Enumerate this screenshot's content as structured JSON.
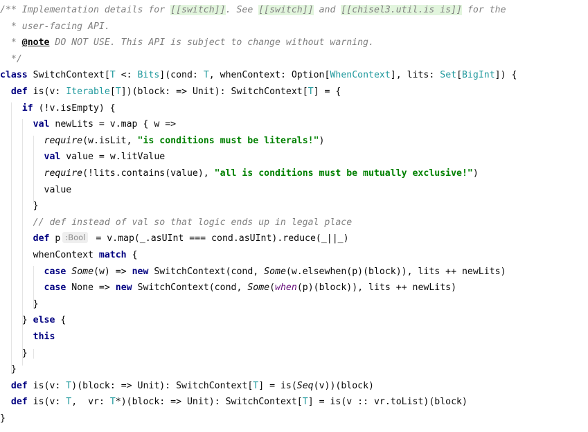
{
  "editor": {
    "lines": [
      {
        "parts": [
          {
            "t": "/** Implementation details for ",
            "c": "cm"
          },
          {
            "t": "[[",
            "c": "doclink"
          },
          {
            "t": "switch",
            "c": "doclink"
          },
          {
            "t": "]]",
            "c": "doclink"
          },
          {
            "t": ". See ",
            "c": "cm"
          },
          {
            "t": "[[",
            "c": "doclink"
          },
          {
            "t": "switch",
            "c": "doclink"
          },
          {
            "t": "]]",
            "c": "doclink"
          },
          {
            "t": " and ",
            "c": "cm"
          },
          {
            "t": "[[chisel3.util.is is]]",
            "c": "doclink"
          },
          {
            "t": " for the",
            "c": "cm"
          }
        ]
      },
      {
        "parts": [
          {
            "t": "  * user-facing API.",
            "c": "cm"
          }
        ]
      },
      {
        "parts": [
          {
            "t": "  * ",
            "c": "cm"
          },
          {
            "t": "@note",
            "c": "doctag"
          },
          {
            "t": " DO NOT USE. This API is subject to change without warning.",
            "c": "cm"
          }
        ]
      },
      {
        "parts": [
          {
            "t": "  */",
            "c": "cm"
          }
        ]
      },
      {
        "parts": [
          {
            "t": "class",
            "c": "kw"
          },
          {
            "t": " SwitchContext[",
            "c": ""
          },
          {
            "t": "T",
            "c": "ty"
          },
          {
            "t": " <: ",
            "c": ""
          },
          {
            "t": "Bits",
            "c": "ty"
          },
          {
            "t": "](cond: ",
            "c": ""
          },
          {
            "t": "T",
            "c": "ty"
          },
          {
            "t": ", whenContext: Option[",
            "c": ""
          },
          {
            "t": "WhenContext",
            "c": "ty"
          },
          {
            "t": "], lits: ",
            "c": ""
          },
          {
            "t": "Set",
            "c": "ty"
          },
          {
            "t": "[",
            "c": ""
          },
          {
            "t": "BigInt",
            "c": "ty"
          },
          {
            "t": "]) {",
            "c": ""
          }
        ]
      },
      {
        "parts": [
          {
            "t": "  ",
            "c": ""
          },
          {
            "t": "def",
            "c": "kw"
          },
          {
            "t": " is(v: ",
            "c": ""
          },
          {
            "t": "Iterable",
            "c": "ty"
          },
          {
            "t": "[",
            "c": ""
          },
          {
            "t": "T",
            "c": "ty"
          },
          {
            "t": "])(block: => Unit): SwitchContext[",
            "c": ""
          },
          {
            "t": "T",
            "c": "ty"
          },
          {
            "t": "] = {",
            "c": ""
          }
        ]
      },
      {
        "parts": [
          {
            "t": "    ",
            "c": ""
          },
          {
            "t": "if",
            "c": "kw"
          },
          {
            "t": " (!v.isEmpty) {",
            "c": ""
          }
        ]
      },
      {
        "parts": [
          {
            "t": "      ",
            "c": ""
          },
          {
            "t": "val",
            "c": "kw"
          },
          {
            "t": " newLits = v.map { w =>",
            "c": ""
          }
        ]
      },
      {
        "parts": [
          {
            "t": "        ",
            "c": ""
          },
          {
            "t": "require",
            "c": "it"
          },
          {
            "t": "(w.isLit, ",
            "c": ""
          },
          {
            "t": "\"is conditions must be literals!\"",
            "c": "str"
          },
          {
            "t": ")",
            "c": ""
          }
        ]
      },
      {
        "parts": [
          {
            "t": "        ",
            "c": ""
          },
          {
            "t": "val",
            "c": "kw"
          },
          {
            "t": " value = w.litValue",
            "c": ""
          }
        ]
      },
      {
        "parts": [
          {
            "t": "        ",
            "c": ""
          },
          {
            "t": "require",
            "c": "it"
          },
          {
            "t": "(!lits.contains(value), ",
            "c": ""
          },
          {
            "t": "\"all is conditions must be mutually exclusive!\"",
            "c": "str"
          },
          {
            "t": ")",
            "c": ""
          }
        ]
      },
      {
        "parts": [
          {
            "t": "        value",
            "c": ""
          }
        ]
      },
      {
        "parts": [
          {
            "t": "      }",
            "c": ""
          }
        ]
      },
      {
        "parts": [
          {
            "t": "      ",
            "c": ""
          },
          {
            "t": "// def instead of val so that logic ends up in legal place",
            "c": "cm"
          }
        ]
      },
      {
        "parts": [
          {
            "t": "      ",
            "c": ""
          },
          {
            "t": "def",
            "c": "kw"
          },
          {
            "t": " p",
            "c": ""
          },
          {
            "t": ":Bool",
            "c": "hint"
          },
          {
            "t": " = v.map(_.asUInt === cond.asUInt).reduce(_||_)",
            "c": ""
          }
        ]
      },
      {
        "parts": [
          {
            "t": "      whenContext ",
            "c": ""
          },
          {
            "t": "match",
            "c": "kw"
          },
          {
            "t": " {",
            "c": ""
          }
        ]
      },
      {
        "parts": [
          {
            "t": "        ",
            "c": ""
          },
          {
            "t": "case",
            "c": "kw"
          },
          {
            "t": " ",
            "c": ""
          },
          {
            "t": "Some",
            "c": "it"
          },
          {
            "t": "(w) => ",
            "c": ""
          },
          {
            "t": "new",
            "c": "kw"
          },
          {
            "t": " SwitchContext(cond, ",
            "c": ""
          },
          {
            "t": "Some",
            "c": "it"
          },
          {
            "t": "(w.elsewhen(p)(block)), lits ++ newLits)",
            "c": ""
          }
        ]
      },
      {
        "parts": [
          {
            "t": "        ",
            "c": ""
          },
          {
            "t": "case",
            "c": "kw"
          },
          {
            "t": " None => ",
            "c": ""
          },
          {
            "t": "new",
            "c": "kw"
          },
          {
            "t": " SwitchContext(cond, ",
            "c": ""
          },
          {
            "t": "Some",
            "c": "it"
          },
          {
            "t": "(",
            "c": ""
          },
          {
            "t": "when",
            "c": "ital-purple"
          },
          {
            "t": "(p)(block)), lits ++ newLits)",
            "c": ""
          }
        ]
      },
      {
        "parts": [
          {
            "t": "      }",
            "c": ""
          }
        ]
      },
      {
        "parts": [
          {
            "t": "    } ",
            "c": ""
          },
          {
            "t": "else",
            "c": "kw"
          },
          {
            "t": " {",
            "c": ""
          }
        ]
      },
      {
        "parts": [
          {
            "t": "      ",
            "c": ""
          },
          {
            "t": "this",
            "c": "kw"
          }
        ]
      },
      {
        "parts": [
          {
            "t": "    }",
            "c": ""
          }
        ]
      },
      {
        "parts": [
          {
            "t": "  }",
            "c": ""
          }
        ]
      },
      {
        "parts": [
          {
            "t": "  ",
            "c": ""
          },
          {
            "t": "def",
            "c": "kw"
          },
          {
            "t": " is(v: ",
            "c": ""
          },
          {
            "t": "T",
            "c": "ty"
          },
          {
            "t": ")(block: => Unit): SwitchContext[",
            "c": ""
          },
          {
            "t": "T",
            "c": "ty"
          },
          {
            "t": "] = is(",
            "c": ""
          },
          {
            "t": "Seq",
            "c": "it"
          },
          {
            "t": "(v))(block)",
            "c": ""
          }
        ]
      },
      {
        "parts": [
          {
            "t": "  ",
            "c": ""
          },
          {
            "t": "def",
            "c": "kw"
          },
          {
            "t": " is(v: ",
            "c": ""
          },
          {
            "t": "T",
            "c": "ty"
          },
          {
            "t": ",  vr: ",
            "c": ""
          },
          {
            "t": "T",
            "c": "ty"
          },
          {
            "t": "*)(block: => Unit): SwitchContext[",
            "c": ""
          },
          {
            "t": "T",
            "c": "ty"
          },
          {
            "t": "] = is(v :: vr.toList)(block)",
            "c": ""
          }
        ]
      },
      {
        "parts": [
          {
            "t": "}",
            "c": ""
          }
        ]
      }
    ]
  }
}
